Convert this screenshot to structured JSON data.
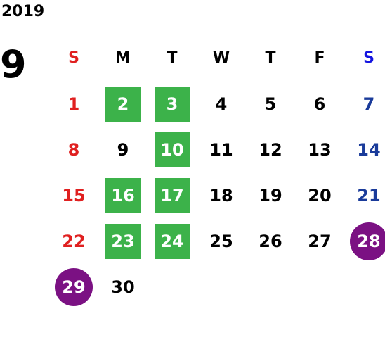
{
  "year": "2019",
  "month": "9",
  "colors": {
    "sunday": "#e02020",
    "saturday": "#1a3b9a",
    "saturday_header": "#1414e0",
    "weekday": "#000000",
    "box_highlight": "#3cb24a",
    "circle_highlight": "#7b1183",
    "on_mark_text": "#ffffff"
  },
  "weekdays": [
    "S",
    "M",
    "T",
    "W",
    "T",
    "F",
    "S"
  ],
  "weeks": [
    [
      {
        "day": "1",
        "mark": null
      },
      {
        "day": "2",
        "mark": "box"
      },
      {
        "day": "3",
        "mark": "box"
      },
      {
        "day": "4",
        "mark": null
      },
      {
        "day": "5",
        "mark": null
      },
      {
        "day": "6",
        "mark": null
      },
      {
        "day": "7",
        "mark": null
      }
    ],
    [
      {
        "day": "8",
        "mark": null
      },
      {
        "day": "9",
        "mark": null
      },
      {
        "day": "10",
        "mark": "box"
      },
      {
        "day": "11",
        "mark": null
      },
      {
        "day": "12",
        "mark": null
      },
      {
        "day": "13",
        "mark": null
      },
      {
        "day": "14",
        "mark": null
      }
    ],
    [
      {
        "day": "15",
        "mark": null
      },
      {
        "day": "16",
        "mark": "box"
      },
      {
        "day": "17",
        "mark": "box"
      },
      {
        "day": "18",
        "mark": null
      },
      {
        "day": "19",
        "mark": null
      },
      {
        "day": "20",
        "mark": null
      },
      {
        "day": "21",
        "mark": null
      }
    ],
    [
      {
        "day": "22",
        "mark": null
      },
      {
        "day": "23",
        "mark": "box"
      },
      {
        "day": "24",
        "mark": "box"
      },
      {
        "day": "25",
        "mark": null
      },
      {
        "day": "26",
        "mark": null
      },
      {
        "day": "27",
        "mark": null
      },
      {
        "day": "28",
        "mark": "circle"
      }
    ],
    [
      {
        "day": "29",
        "mark": "circle"
      },
      {
        "day": "30",
        "mark": null
      },
      {
        "day": "",
        "mark": null
      },
      {
        "day": "",
        "mark": null
      },
      {
        "day": "",
        "mark": null
      },
      {
        "day": "",
        "mark": null
      },
      {
        "day": "",
        "mark": null
      }
    ]
  ]
}
